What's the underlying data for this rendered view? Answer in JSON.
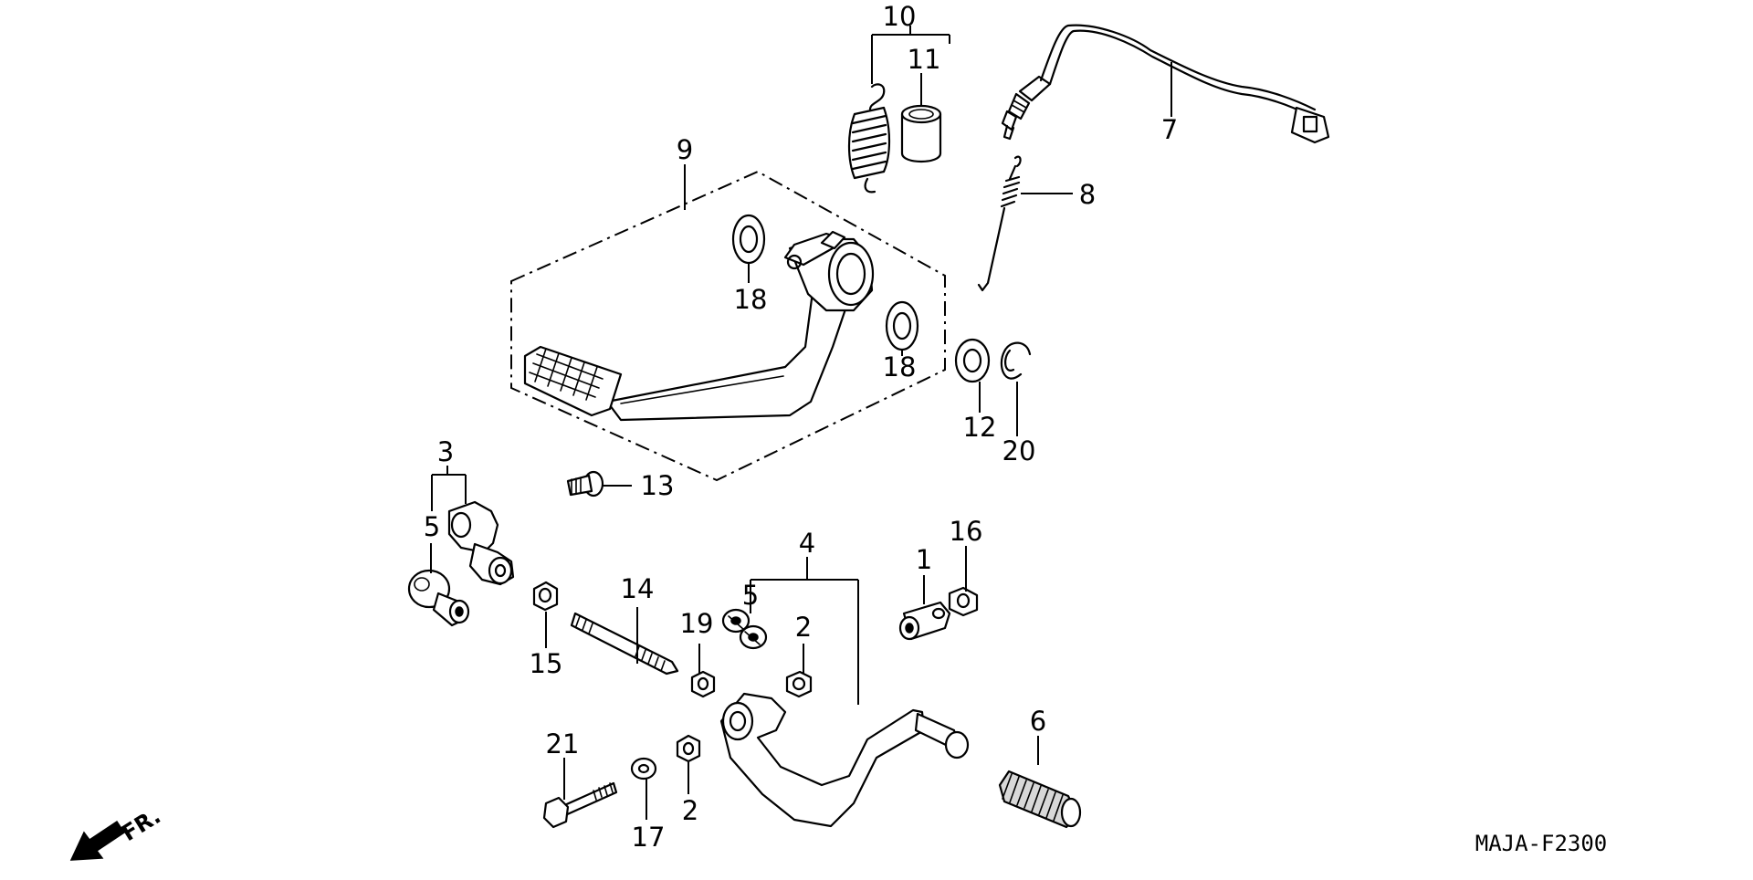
{
  "diagram": {
    "drawing_code": "MAJA-F2300",
    "direction_label": "FR.",
    "callouts": {
      "c1": "1",
      "c2a": "2",
      "c2b": "2",
      "c3": "3",
      "c4": "4",
      "c5a": "5",
      "c5b": "5",
      "c6": "6",
      "c7": "7",
      "c8": "8",
      "c9": "9",
      "c10": "10",
      "c11": "11",
      "c12": "12",
      "c13": "13",
      "c14": "14",
      "c15": "15",
      "c16": "16",
      "c17": "17",
      "c18a": "18",
      "c18b": "18",
      "c19": "19",
      "c20": "20",
      "c21": "21"
    }
  }
}
